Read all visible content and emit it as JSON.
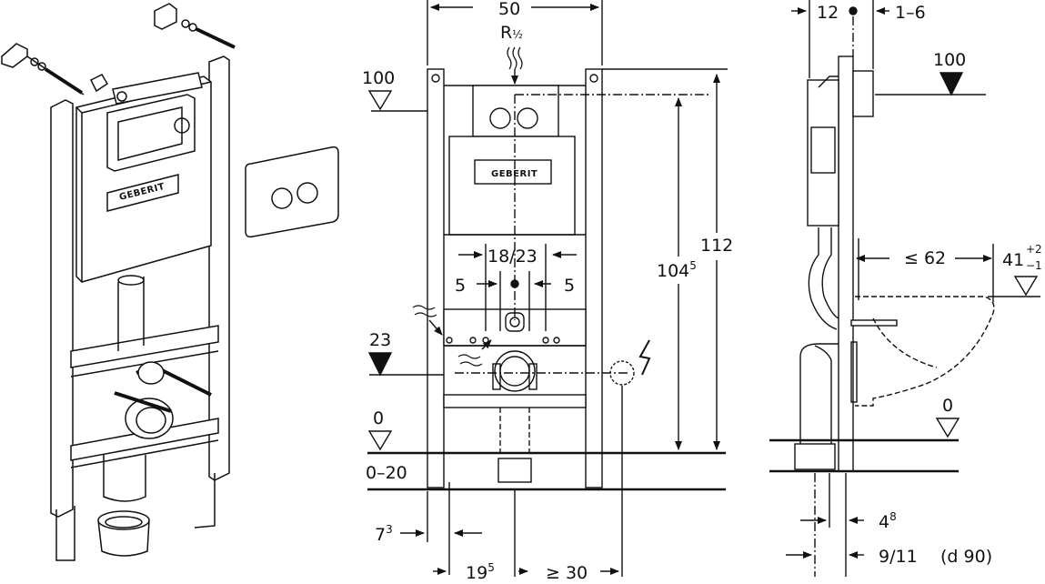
{
  "brand": {
    "logo_text": "GEBERIT"
  },
  "front_view": {
    "width_50": "50",
    "thread_label": "R",
    "thread_frac": "½",
    "level_100": "100",
    "height_112": "112",
    "height_104": "104",
    "height_104_sup": "5",
    "spacing_18_23": "18/23",
    "offset_left_5": "5",
    "offset_right_5": "5",
    "level_23": "23",
    "level_0": "0",
    "range_0_20": "0–20",
    "offset_7": "7",
    "offset_7_sup": "3",
    "offset_19": "19",
    "offset_19_sup": "5",
    "min_30": "≥ 30"
  },
  "side_view": {
    "dim_12": "12",
    "dim_1_6": "1–6",
    "level_100": "100",
    "max_62": "≤ 62",
    "dim_41": "41",
    "dim_41_plus": "+2",
    "dim_41_minus": "−1",
    "level_0": "0",
    "dim_4": "4",
    "dim_4_sup": "8",
    "dim_9_11": "9/11",
    "pipe_d90": "(d 90)"
  }
}
